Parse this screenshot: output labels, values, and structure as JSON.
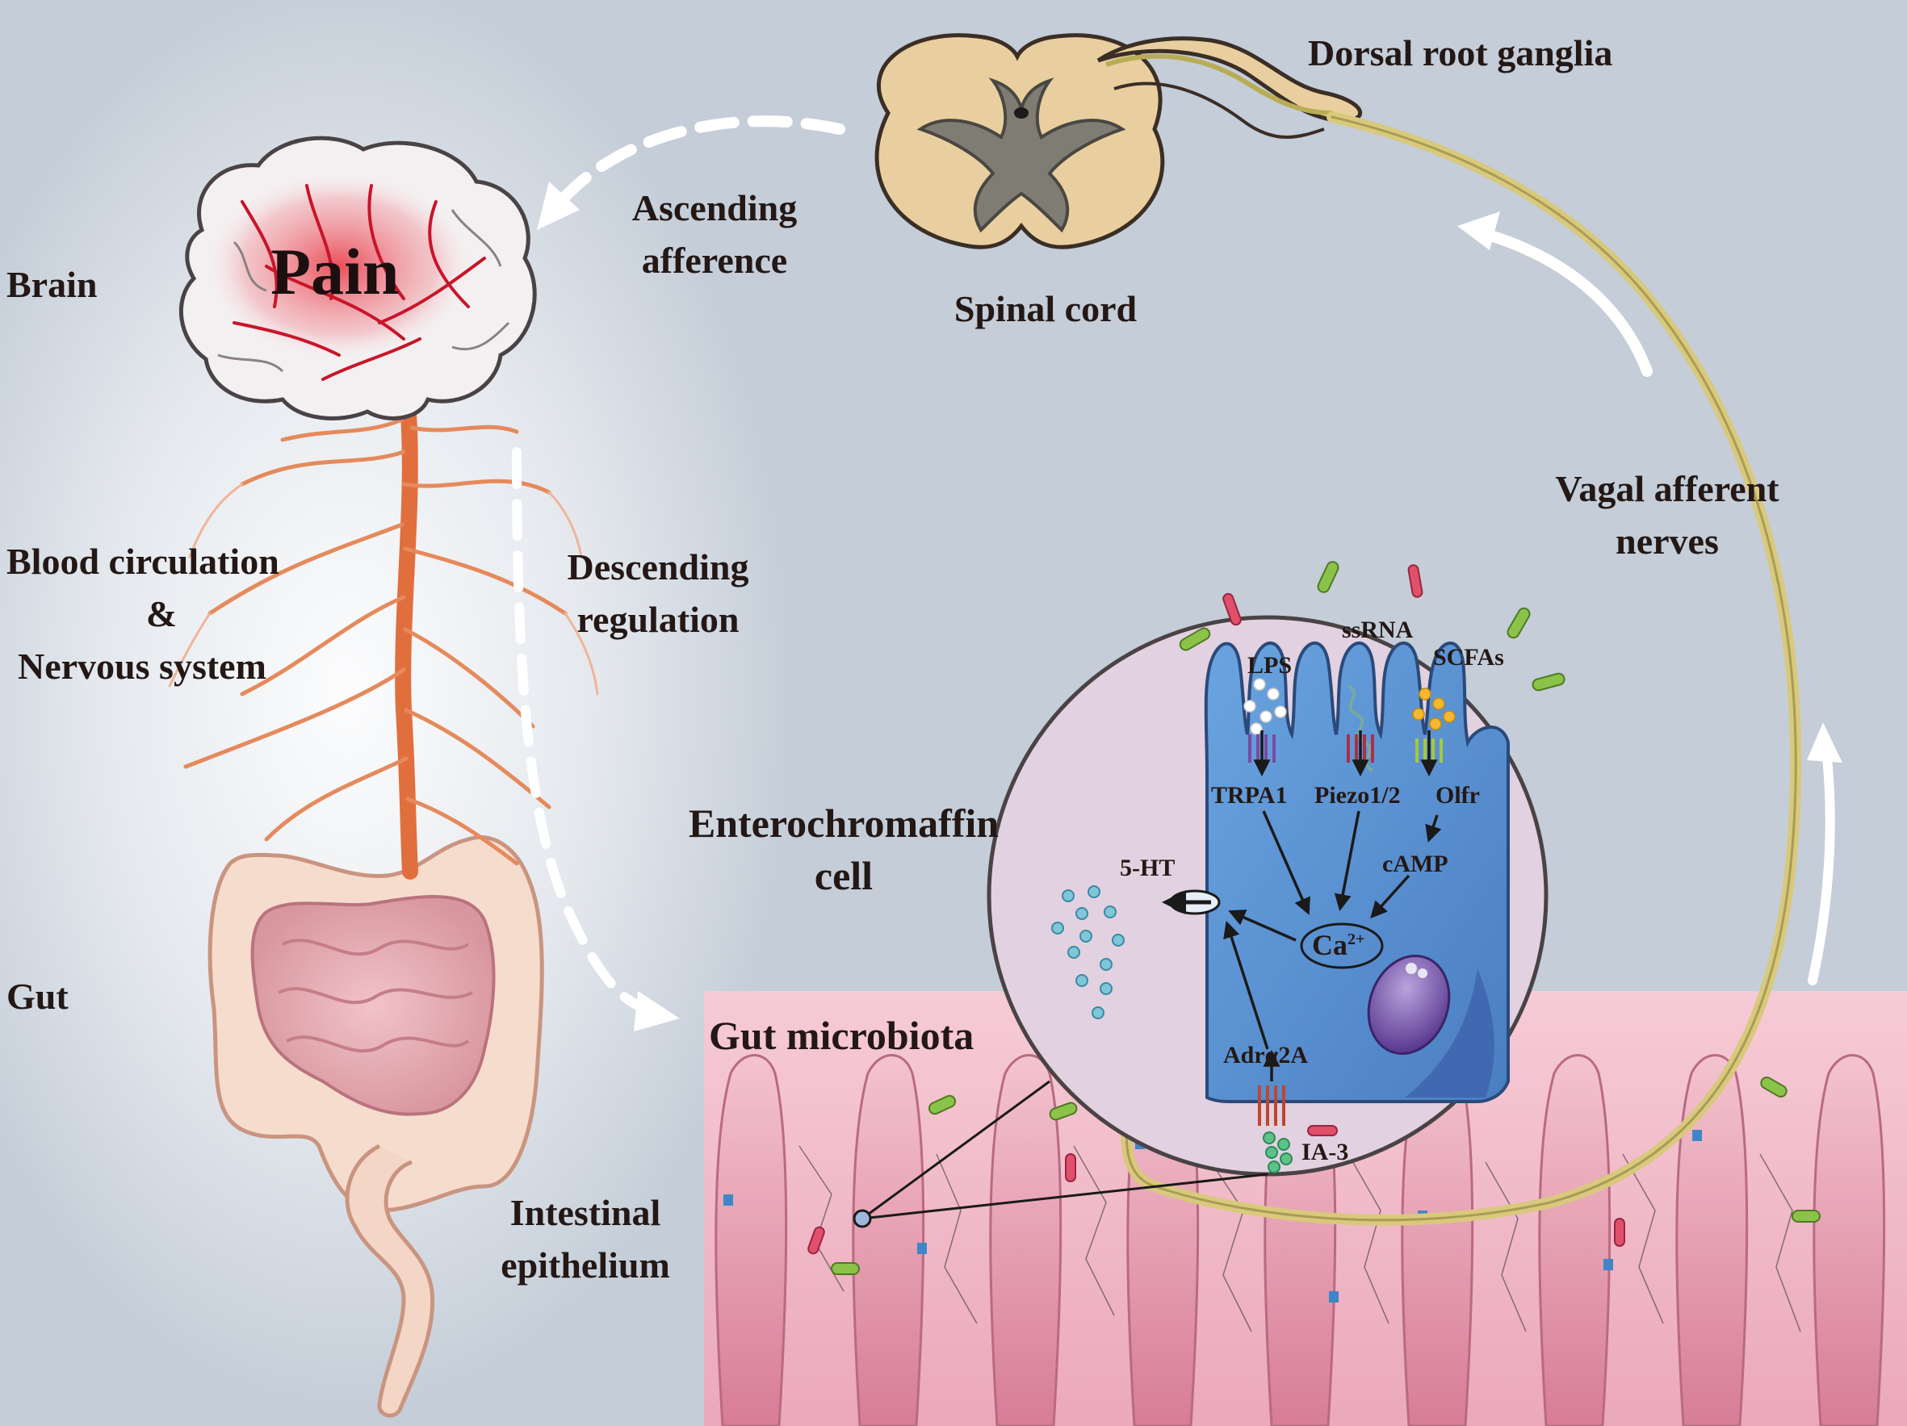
{
  "labels": {
    "brain": "Brain",
    "blood_line1": "Blood circulation",
    "blood_line2": "&",
    "blood_line3": "Nervous system",
    "gut": "Gut",
    "intestinal_line1": "Intestinal",
    "intestinal_line2": "epithelium",
    "pain": "Pain",
    "ascending_line1": "Ascending",
    "ascending_line2": "afference",
    "descending_line1": "Descending",
    "descending_line2": "regulation",
    "spinal_cord": "Spinal cord",
    "dorsal_root_ganglia": "Dorsal root ganglia",
    "vagal_line1": "Vagal afferent",
    "vagal_line2": "nerves",
    "ec_line1": "Enterochromaffin",
    "ec_line2": "cell",
    "gut_microbiota": "Gut microbiota"
  },
  "cell": {
    "lps": "LPS",
    "ssrna": "ssRNA",
    "scfas": "SCFAs",
    "trpa1": "TRPA1",
    "piezo": "Piezo1/2",
    "olfr": "Olfr",
    "camp": "cAMP",
    "serotonin": "5-HT",
    "ca_base": "Ca",
    "ca_sup": "2+",
    "adra2a": "Adrα2A",
    "ia3": "IA-3"
  },
  "colors": {
    "background": "#c4cdd8",
    "cell_blue": "#5a93d2",
    "nerve": "#d8c97c",
    "vessel": "#e06f3d",
    "pain_red": "#e8333f",
    "spinal_cord": "#e9cf9f",
    "grey_matter": "#7f7c73",
    "mucosa_pink": "#f3c6d1"
  }
}
